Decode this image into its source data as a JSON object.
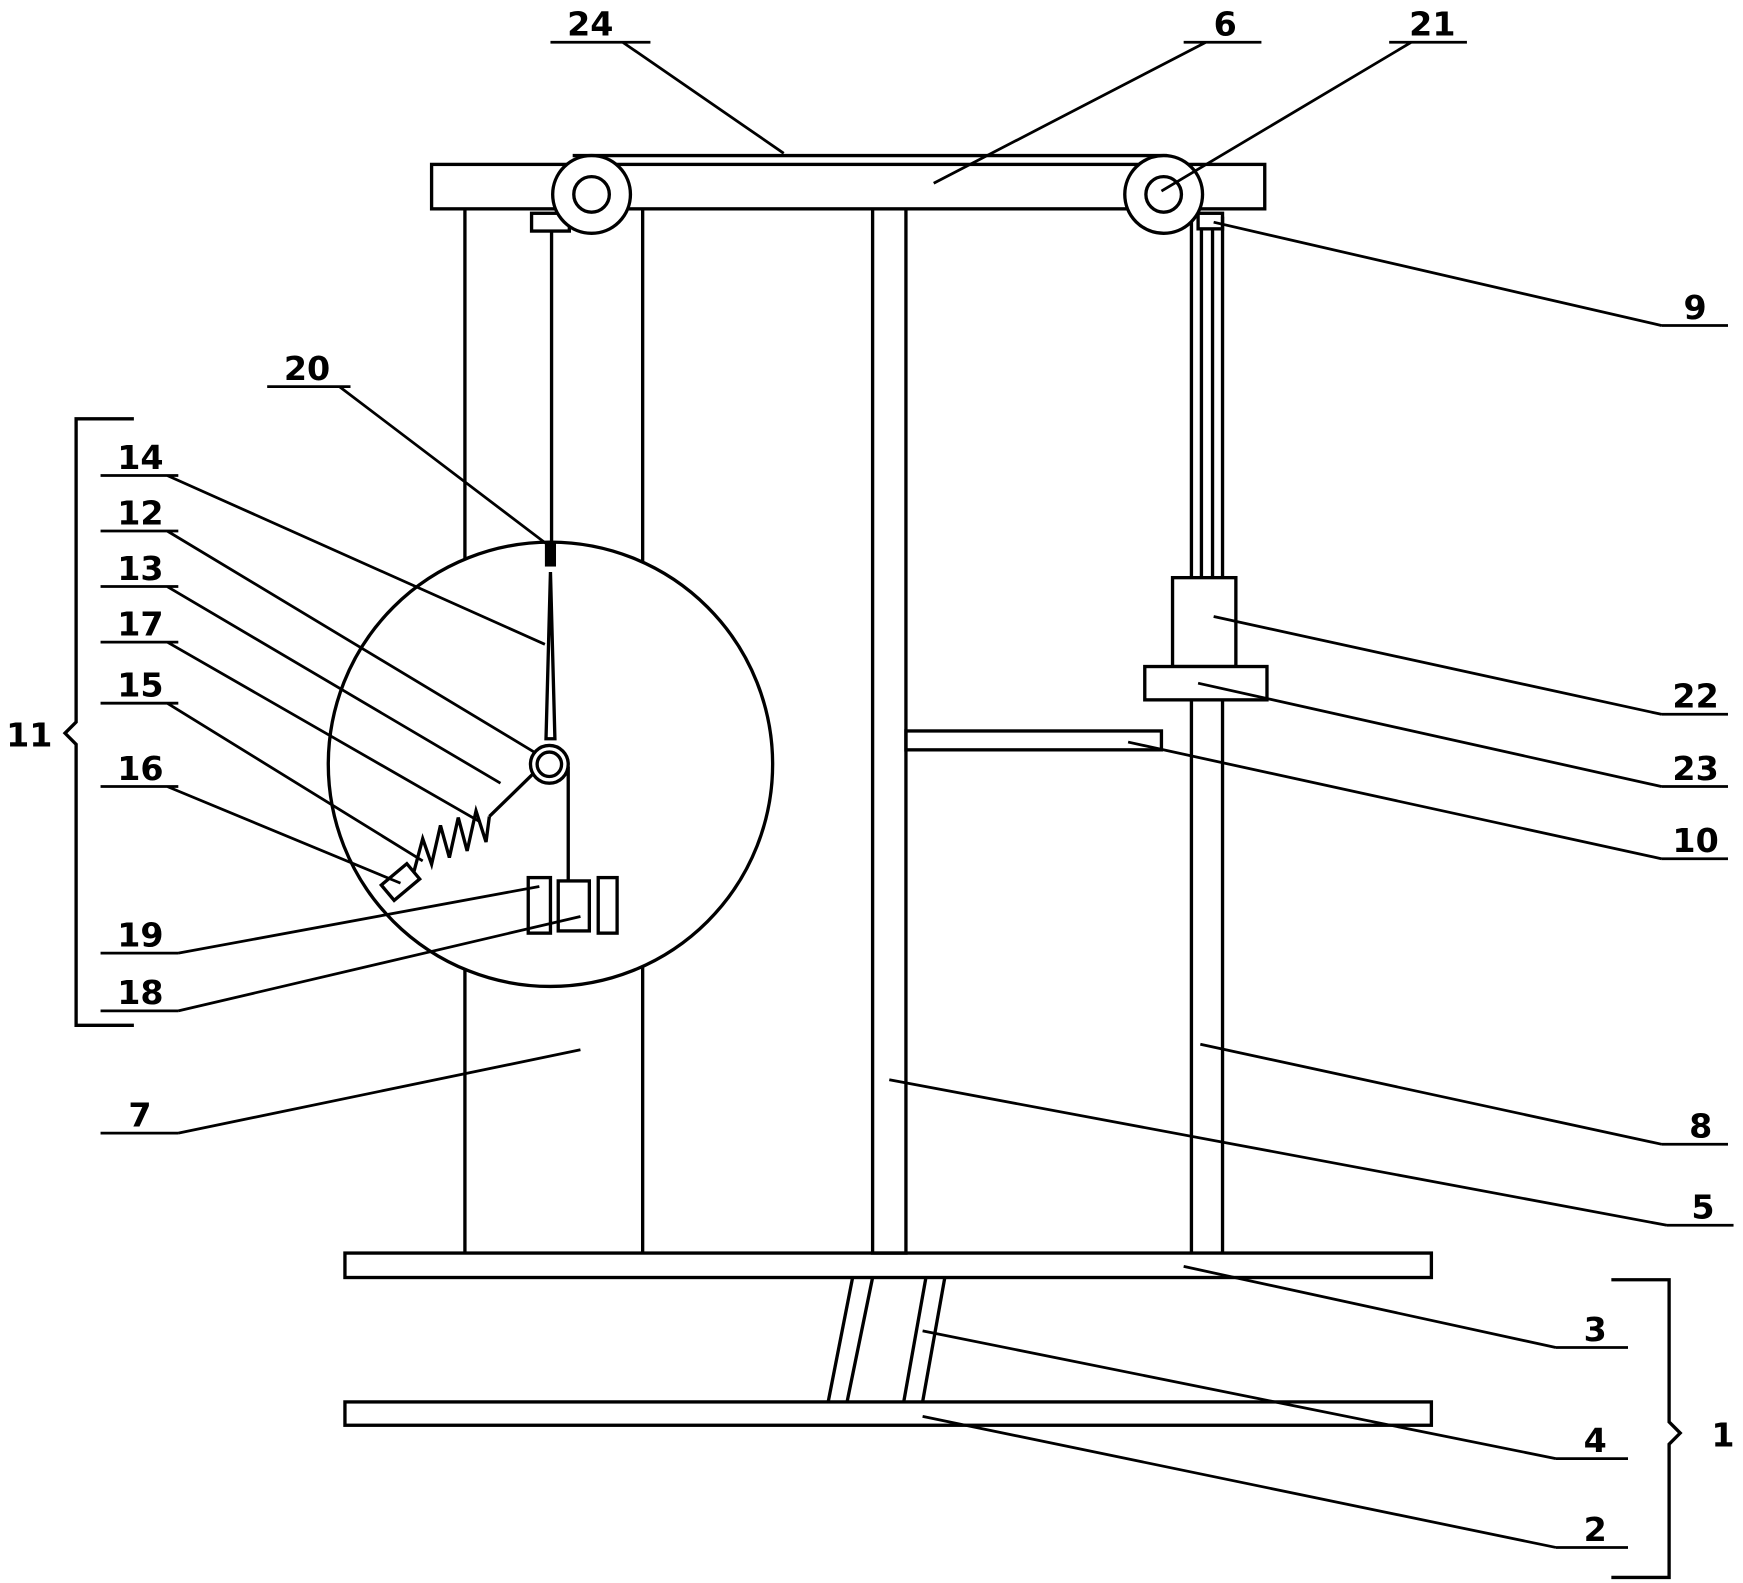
{
  "figure": {
    "labels": {
      "l24": "24",
      "l6": "6",
      "l21": "21",
      "l9": "9",
      "l20": "20",
      "l14": "14",
      "l12": "12",
      "l13": "13",
      "l17": "17",
      "l15": "15",
      "l16": "16",
      "l19": "19",
      "l18": "18",
      "l7": "7",
      "l11": "11",
      "l22": "22",
      "l23": "23",
      "l10": "10",
      "l8": "8",
      "l5": "5",
      "l3": "3",
      "l4": "4",
      "l2": "2",
      "l1": "1"
    },
    "line_color": "#000000",
    "background": "#ffffff"
  }
}
